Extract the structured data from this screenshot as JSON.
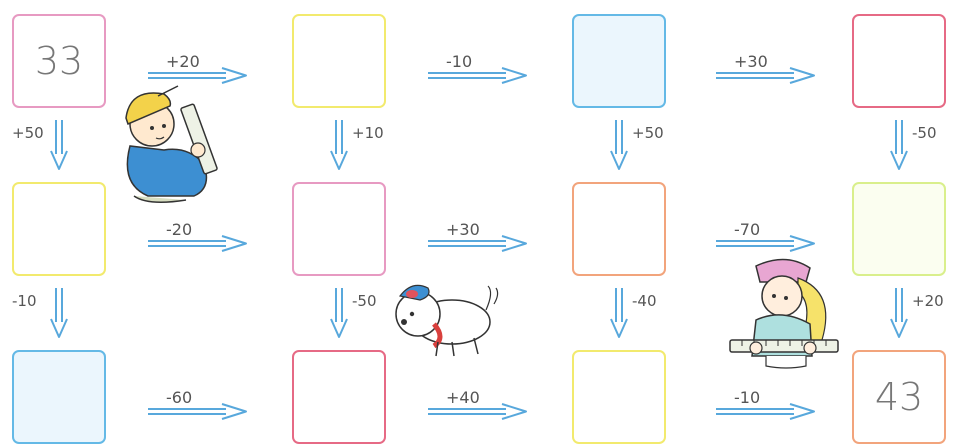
{
  "colors": {
    "arrow": "#58a8dc"
  },
  "boxes": [
    {
      "value": "33",
      "border": "#e79ac2",
      "fill": "#ffffff"
    },
    {
      "value": "",
      "border": "#f2ea6e",
      "fill": "#ffffff"
    },
    {
      "value": "",
      "border": "#64b9e6",
      "fill": "#ebf6fd"
    },
    {
      "value": "",
      "border": "#e66a85",
      "fill": "#ffffff"
    },
    {
      "value": "",
      "border": "#f2ea6e",
      "fill": "#ffffff"
    },
    {
      "value": "",
      "border": "#e79ac2",
      "fill": "#ffffff"
    },
    {
      "value": "",
      "border": "#f2a47c",
      "fill": "#ffffff"
    },
    {
      "value": "",
      "border": "#d9ef8c",
      "fill": "#fbfef0"
    },
    {
      "value": "",
      "border": "#64b9e6",
      "fill": "#ebf6fd"
    },
    {
      "value": "",
      "border": "#e66a85",
      "fill": "#ffffff"
    },
    {
      "value": "",
      "border": "#f2ea6e",
      "fill": "#ffffff"
    },
    {
      "value": "43",
      "border": "#f2a47c",
      "fill": "#ffffff"
    }
  ],
  "h_ops": [
    "+20",
    "-10",
    "+30",
    "-20",
    "+30",
    "-70",
    "-60",
    "+40",
    "-10"
  ],
  "v_ops": [
    "+50",
    "+10",
    "+50",
    "-50",
    "-10",
    "-50",
    "-40",
    "+20"
  ],
  "figures": [
    "boy-with-ruler",
    "dog",
    "girl-with-ruler"
  ]
}
